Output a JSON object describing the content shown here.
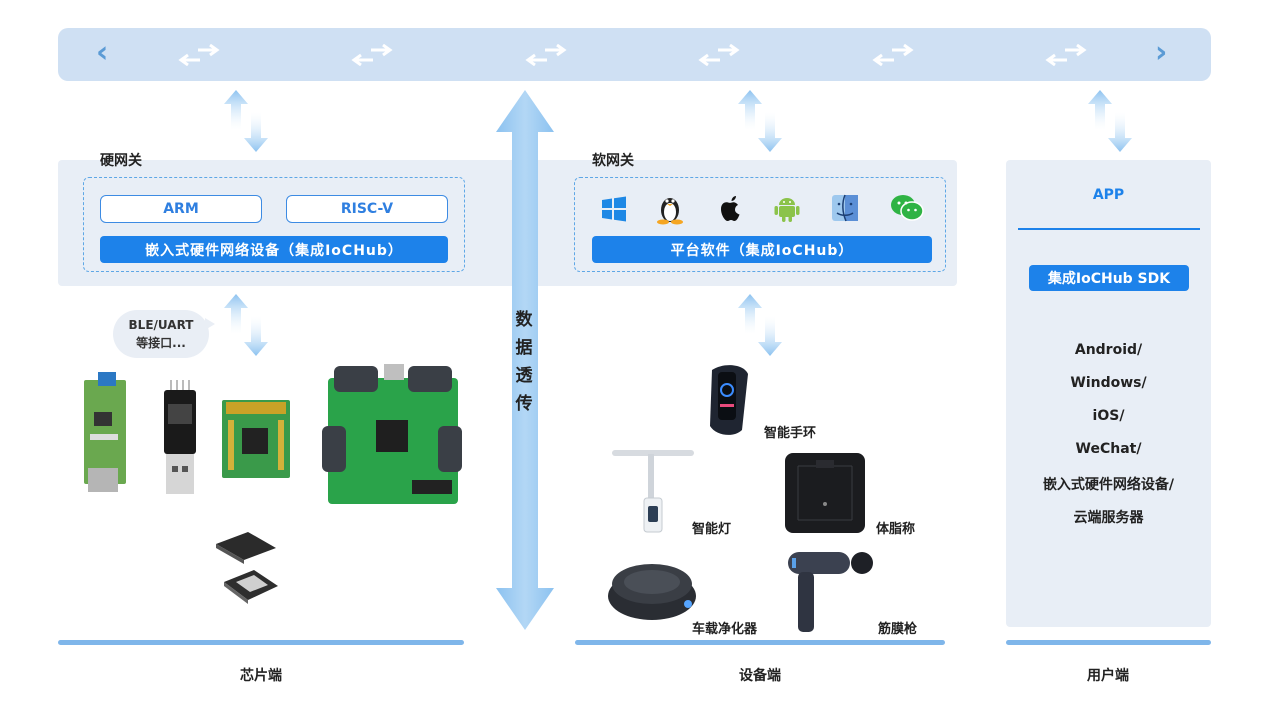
{
  "top_bar": {
    "left_chevron": "‹",
    "right_chevron": "›"
  },
  "left_panel": {
    "title": "硬网关",
    "arm": "ARM",
    "riscv": "RISC-V",
    "embedded": "嵌入式硬件网络设备（集成IoCHub）"
  },
  "middle_panel": {
    "title": "软网关",
    "platform": "平台软件（集成IoCHub）",
    "os_icons": [
      "windows-icon",
      "linux-icon",
      "apple-icon",
      "android-icon",
      "finder-icon",
      "wechat-icon"
    ]
  },
  "app_panel": {
    "app": "APP",
    "sdk": "集成IoCHub SDK",
    "platforms": [
      "Android/",
      "Windows/",
      "iOS/",
      "WeChat/",
      "嵌入式硬件网络设备/",
      "云端服务器"
    ]
  },
  "bubble": {
    "line1": "BLE/UART",
    "line2": "等接口..."
  },
  "vertical_label": "数据透传",
  "devices": {
    "band": "智能手环",
    "lamp": "智能灯",
    "scale": "体脂称",
    "purifier": "车载净化器",
    "massage_gun": "筋膜枪"
  },
  "bottom_labels": {
    "chip": "芯片端",
    "device": "设备端",
    "user": "用户端"
  },
  "colors": {
    "accent": "#1d82ea",
    "bar": "#cfe0f3",
    "panel": "#e8eef6",
    "arrow": "#a9d0f2"
  }
}
